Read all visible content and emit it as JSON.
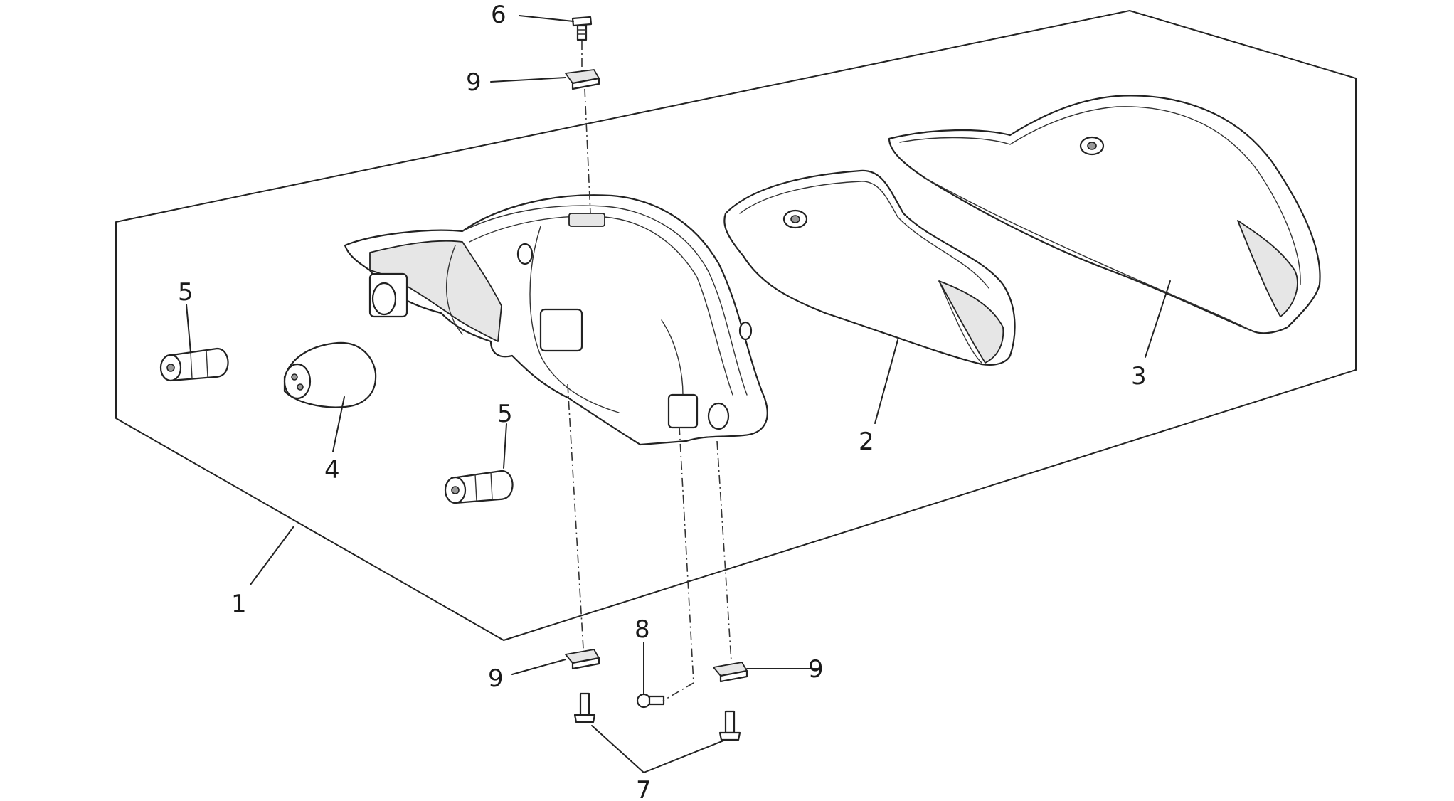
{
  "callouts": {
    "c1": "1",
    "c2": "2",
    "c3": "3",
    "c4": "4",
    "c5a": "5",
    "c5b": "5",
    "c6": "6",
    "c7": "7",
    "c8": "8",
    "c9a": "9",
    "c9b": "9",
    "c9c": "9"
  }
}
